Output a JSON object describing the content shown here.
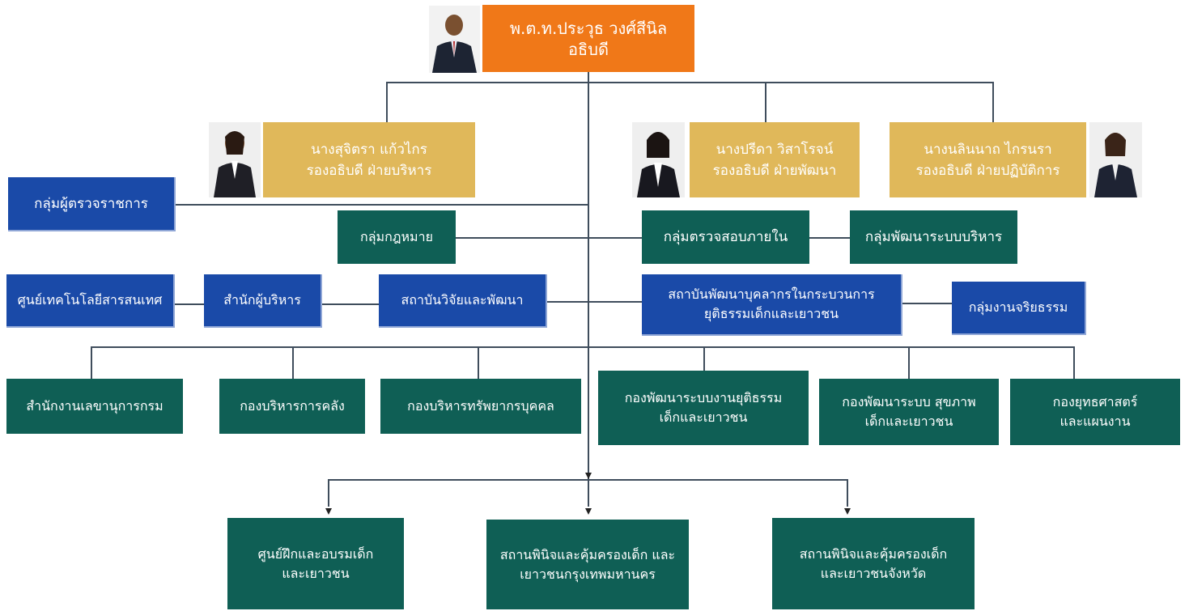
{
  "director": {
    "name": "พ.ต.ท.ประวุธ วงศ์สีนิล",
    "title": "อธิบดี"
  },
  "deputies": [
    {
      "name": "นางสุจิตรา แก้วไกร",
      "title": "รองอธิบดี ฝ่ายบริหาร"
    },
    {
      "name": "นางปรีดา วิสาโรจน์",
      "title": "รองอธิบดี ฝ่ายพัฒนา"
    },
    {
      "name": "นางนลินนาถ ไกรนรา",
      "title": "รองอธิบดี ฝ่ายปฏิบัติการ"
    }
  ],
  "units": {
    "inspector_group": "กลุ่มผู้ตรวจราชการ",
    "legal_group": "กลุ่มกฎหมาย",
    "internal_audit": "กลุ่มตรวจสอบภายใน",
    "admin_dev_group": "กลุ่มพัฒนาระบบบริหาร",
    "ict_center": "ศูนย์เทคโนโลยีสารสนเทศ",
    "executive_office": "สำนักผู้บริหาร",
    "research_institute": "สถาบันวิจัยและพัฒนา",
    "hr_institute": "สถาบันพัฒนาบุคลากรในกระบวนการ ยุติธรรมเด็กและเยาวชน",
    "ethics_group": "กลุ่มงานจริยธรรม"
  },
  "divisions": [
    "สำนักงานเลขานุการกรม",
    "กองบริหารการคลัง",
    "กองบริหารทรัพยากรบุคคล",
    "กองพัฒนาระบบงานยุติธรรม เด็กและเยาวชน",
    "กองพัฒนาระบบ สุขภาพเด็กและเยาวชน",
    "กองยุทธศาสตร์ และแผนงาน"
  ],
  "field_units": [
    "ศูนย์ฝึกและอบรมเด็ก และเยาวชน",
    "สถานพินิจและคุ้มครองเด็ก และเยาวชนกรุงเทพมหานคร",
    "สถานพินิจและคุ้มครองเด็ก และเยาวชนจังหวัด"
  ],
  "colors": {
    "director": "#f07818",
    "deputy": "#e0b85a",
    "blue_unit": "#1a4aa8",
    "green_unit": "#0f5f55",
    "connector": "#3f4d5c"
  }
}
